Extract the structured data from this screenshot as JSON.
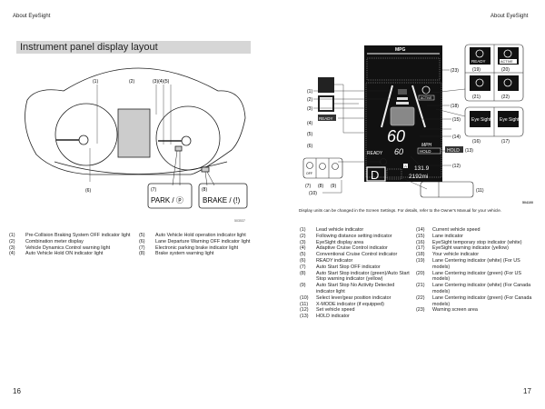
{
  "header": {
    "left": "About EyeSight",
    "right": "About EyeSight"
  },
  "pages": {
    "left": "16",
    "right": "17"
  },
  "left": {
    "title": "Instrument panel display layout",
    "callouts": [
      "(1)",
      "(2)",
      "(3)(4)(5)",
      "(6)",
      "(7)",
      "(8)"
    ],
    "park_label": "PARK / ⓟ",
    "brake_label": "BRAKE / (!)",
    "code": "503537",
    "legend_col1": [
      {
        "n": "(1)",
        "t": "Pre-Collision Braking System OFF indicator light"
      },
      {
        "n": "(2)",
        "t": "Combination meter display"
      },
      {
        "n": "(3)",
        "t": "Vehicle Dynamics Control warning light"
      },
      {
        "n": "(4)",
        "t": "Auto Vehicle Hold ON indicator light"
      }
    ],
    "legend_col2": [
      {
        "n": "(5)",
        "t": "Auto Vehicle Hold operation indicator light"
      },
      {
        "n": "(6)",
        "t": "Lane Departure Warning OFF indicator light"
      },
      {
        "n": "(7)",
        "t": "Electronic parking brake indicator light"
      },
      {
        "n": "(8)",
        "t": "Brake system warning light"
      }
    ]
  },
  "right": {
    "screen": {
      "mpg": "MPG",
      "speed": "60",
      "set_speed": "60",
      "unit": "MPH",
      "hold": "HOLD",
      "ready": "READY",
      "active": "ACTIVE",
      "gear": "D",
      "trip": "131.9",
      "odo": "2192mi",
      "xmode": "A"
    },
    "side": {
      "ready": "READY",
      "hold": "HOLD",
      "active": "ACTIVE",
      "eyesight": "Eye Sight",
      "as_off": "OFF"
    },
    "callouts": {
      "c1": "(1)",
      "c2": "(2)",
      "c3": "(3)",
      "c4": "(4)",
      "c5": "(5)",
      "c6": "(6)",
      "c7": "(7)",
      "c8": "(8)",
      "c9": "(9)",
      "c10": "(10)",
      "c11": "(11)",
      "c12": "(12)",
      "c13": "(13)",
      "c14": "(14)",
      "c15": "(15)",
      "c16": "(16)",
      "c17": "(17)",
      "c18": "(18)",
      "c19": "(19)",
      "c20": "(20)",
      "c21": "(21)",
      "c22": "(22)",
      "c23": "(23)"
    },
    "code": "504100",
    "note": "Display units can be changed in the Screen Settings. For details, refer to the Owner's Manual for your vehicle.",
    "legend_col1": [
      {
        "n": "(1)",
        "t": "Lead vehicle indicator"
      },
      {
        "n": "(2)",
        "t": "Following distance setting indicator"
      },
      {
        "n": "(3)",
        "t": "EyeSight display area"
      },
      {
        "n": "(4)",
        "t": "Adaptive Cruise Control indicator"
      },
      {
        "n": "(5)",
        "t": "Conventional Cruise Control indicator"
      },
      {
        "n": "(6)",
        "t": "READY indicator"
      },
      {
        "n": "(7)",
        "t": "Auto Start Stop OFF indicator"
      },
      {
        "n": "(8)",
        "t": "Auto Start Stop indicator (green)/Auto Start Stop warning indicator (yellow)"
      },
      {
        "n": "(9)",
        "t": "Auto Start Stop No Activity Detected indicator light"
      },
      {
        "n": "(10)",
        "t": "Select lever/gear position indicator"
      },
      {
        "n": "(11)",
        "t": "X-MODE indicator (if equipped)"
      },
      {
        "n": "(12)",
        "t": "Set vehicle speed"
      },
      {
        "n": "(13)",
        "t": "HOLD indicator"
      }
    ],
    "legend_col2": [
      {
        "n": "(14)",
        "t": "Current vehicle speed"
      },
      {
        "n": "(15)",
        "t": "Lane indicator"
      },
      {
        "n": "(16)",
        "t": "EyeSight temporary stop indicator (white)"
      },
      {
        "n": "(17)",
        "t": "EyeSight warning indicator (yellow)"
      },
      {
        "n": "(18)",
        "t": "Your vehicle indicator"
      },
      {
        "n": "(19)",
        "t": "Lane Centering indicator (white) (For US models)"
      },
      {
        "n": "(20)",
        "t": "Lane Centering indicator (green) (For US models)"
      },
      {
        "n": "(21)",
        "t": "Lane Centering indicator (white) (For Canada models)"
      },
      {
        "n": "(22)",
        "t": "Lane Centering indicator (green) (For Canada models)"
      },
      {
        "n": "(23)",
        "t": "Warning screen area"
      }
    ]
  }
}
